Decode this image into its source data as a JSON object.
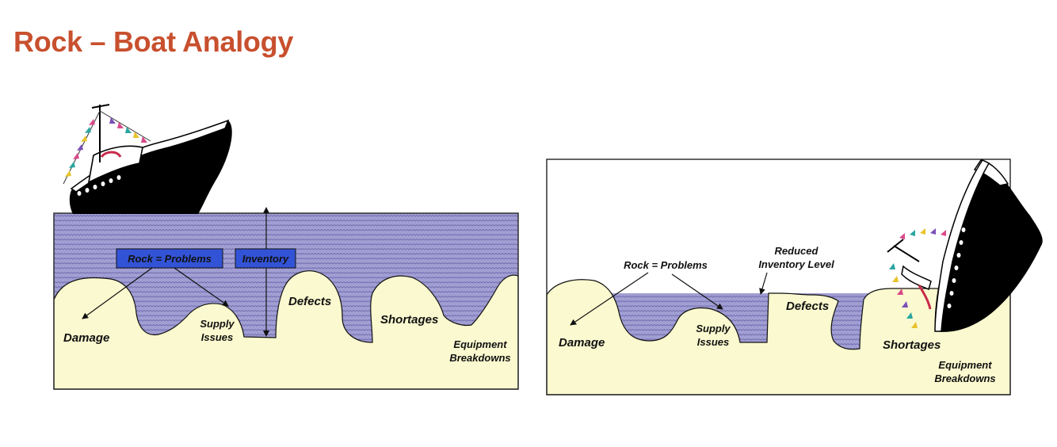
{
  "title": "Rock – Boat Analogy",
  "colors": {
    "title": "#c8502e",
    "water": "#9b98cc",
    "rock": "#fbf9cf",
    "label_box": "#3353d6",
    "ship_hull": "#000000"
  },
  "left_diagram": {
    "box_labels": {
      "rock": "Rock = Problems",
      "inventory": "Inventory"
    },
    "labels": {
      "damage": "Damage",
      "supply_1": "Supply",
      "supply_2": "Issues",
      "defects": "Defects",
      "shortages": "Shortages",
      "equip_1": "Equipment",
      "equip_2": "Breakdowns"
    }
  },
  "right_diagram": {
    "labels": {
      "rock": "Rock = Problems",
      "reduced_1": "Reduced",
      "reduced_2": "Inventory Level",
      "damage": "Damage",
      "supply_1": "Supply",
      "supply_2": "Issues",
      "defects": "Defects",
      "shortages": "Shortages",
      "equip_1": "Equipment",
      "equip_2": "Breakdowns"
    }
  }
}
